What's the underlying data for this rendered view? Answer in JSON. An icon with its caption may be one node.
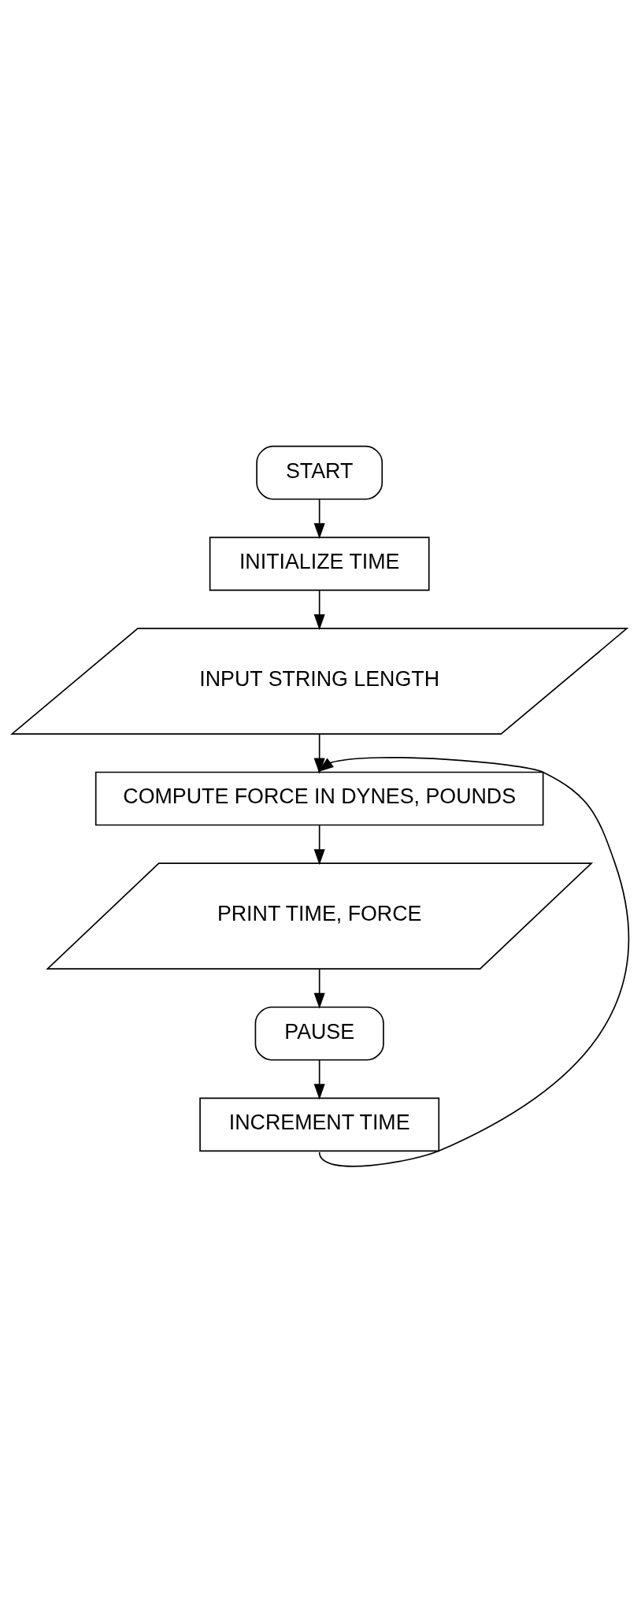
{
  "diagram": {
    "nodes": [
      {
        "text": [
          "START"
        ]
      },
      {
        "text": [
          "INITIALIZE TIME"
        ]
      },
      {
        "text": [
          "INPUT STRING LENGTH"
        ]
      },
      {
        "text": [
          "COMPUTE FORCE IN DYNES, POUNDS"
        ]
      },
      {
        "text": [
          "PRINT TIME, FORCE"
        ]
      },
      {
        "text": [
          "PAUSE"
        ]
      },
      {
        "text": [
          "INCREMENT TIME"
        ]
      }
    ],
    "edges": [
      {
        "from": 0,
        "to": 1,
        "arrow": "to"
      },
      {
        "from": 1,
        "to": 2,
        "arrow": "to"
      },
      {
        "from": 2,
        "to": 3,
        "arrow": "to"
      },
      {
        "from": 3,
        "to": 4,
        "arrow": "to"
      },
      {
        "from": 4,
        "to": 5,
        "arrow": "to"
      },
      {
        "from": 5,
        "to": 6,
        "arrow": "to"
      },
      {
        "from": 6,
        "to": 3,
        "arrow": "to"
      }
    ]
  }
}
